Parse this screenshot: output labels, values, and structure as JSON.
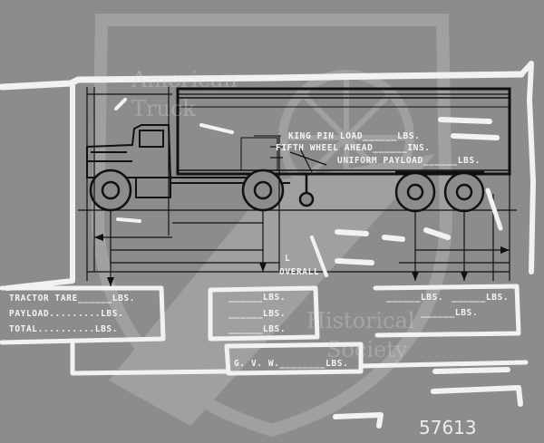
{
  "watermark": {
    "line1": "American",
    "line2": "Truck",
    "line3": "Historical",
    "line4": "Society"
  },
  "labels": {
    "king_pin_load": "KING PIN LOAD______LBS.",
    "fifth_wheel_ahead": "FIFTH WHEEL AHEAD______INS.",
    "uniform_payload": "UNIFORM PAYLOAD______LBS.",
    "overall_marker": "L",
    "overall": "OVERALL",
    "tractor_tare": "TRACTOR TARE______LBS.",
    "payload": "PAYLOAD.........LBS.",
    "total": "TOTAL..........LBS.",
    "mid_lbs_1": "______LBS.",
    "mid_lbs_2": "______LBS.",
    "mid_lbs_3": "______LBS.",
    "right_lbs_1": "______LBS.",
    "right_lbs_2": "______LBS.",
    "right_lbs_3": "______LBS.",
    "gvw": "G. V. W.________LBS."
  },
  "negative_number": "57613",
  "colors": {
    "background": "#8c8c8c",
    "ink": "#f4f4f4",
    "line": "#111111"
  }
}
